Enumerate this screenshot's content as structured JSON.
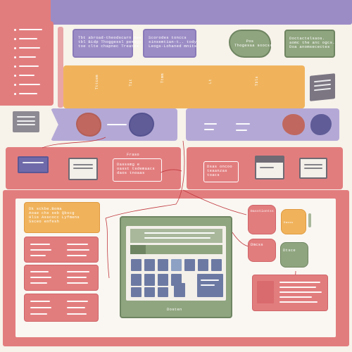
{
  "top_bar": {
    "label": ""
  },
  "sidebar": {
    "items": [
      "",
      "",
      "",
      "",
      "",
      "",
      "",
      ""
    ]
  },
  "header_cards": [
    {
      "lines": [
        "Tbt abroad-theodscarn des",
        "tbl Bidp Thoggessl pemagy",
        "toe clte chapnec Treates"
      ]
    },
    {
      "lines": [
        "Scorodes tonccs",
        "sinsemtian-t.. tody",
        "Leogs-Lohaned mnits"
      ]
    },
    {
      "lines": [
        "Pos",
        "Thogesaa soocss"
      ]
    },
    {
      "lines": [
        "Doctactelsaos.",
        "aomc the anc ogcs.",
        "Doa anomsecectes"
      ]
    }
  ],
  "yellow_band": {
    "labels": [
      "Tttcem",
      "Tit",
      "Ttmm",
      "Lt",
      "Tbls"
    ]
  },
  "purple_row_left": {
    "label": ""
  },
  "purple_row_right": {
    "label": ""
  },
  "red_row_left": {
    "title": "Fraso",
    "box_text": [
      "Dasssmg e",
      "oasst tsdemaacs",
      "daos tnoaas"
    ]
  },
  "red_row_right": {
    "box_text": [
      "Dsas oncoo",
      "teaanzas",
      "toacs"
    ]
  },
  "main_panel": {
    "left_note": [
      "Dk sckbe.Boma",
      "Aoae chs seb Qbscg",
      "Hlis Asscocc Lyfmens",
      "Ssceo enfesh"
    ],
    "center_title": "Dosten"
  },
  "right_cluster": {
    "chip_1": "Dasstiontss",
    "chip_2": "Dasss",
    "chip_3": "Dmcss",
    "chip_4": "Dtsce"
  },
  "colors": {
    "red": "#e27d7e",
    "red_dark": "#d96a6e",
    "purple": "#9c8cc6",
    "purple_light": "#b4a9d6",
    "yellow": "#f0b35c",
    "green": "#8fa57f",
    "green_light": "#a9b89b",
    "cream": "#f7f2ea"
  }
}
